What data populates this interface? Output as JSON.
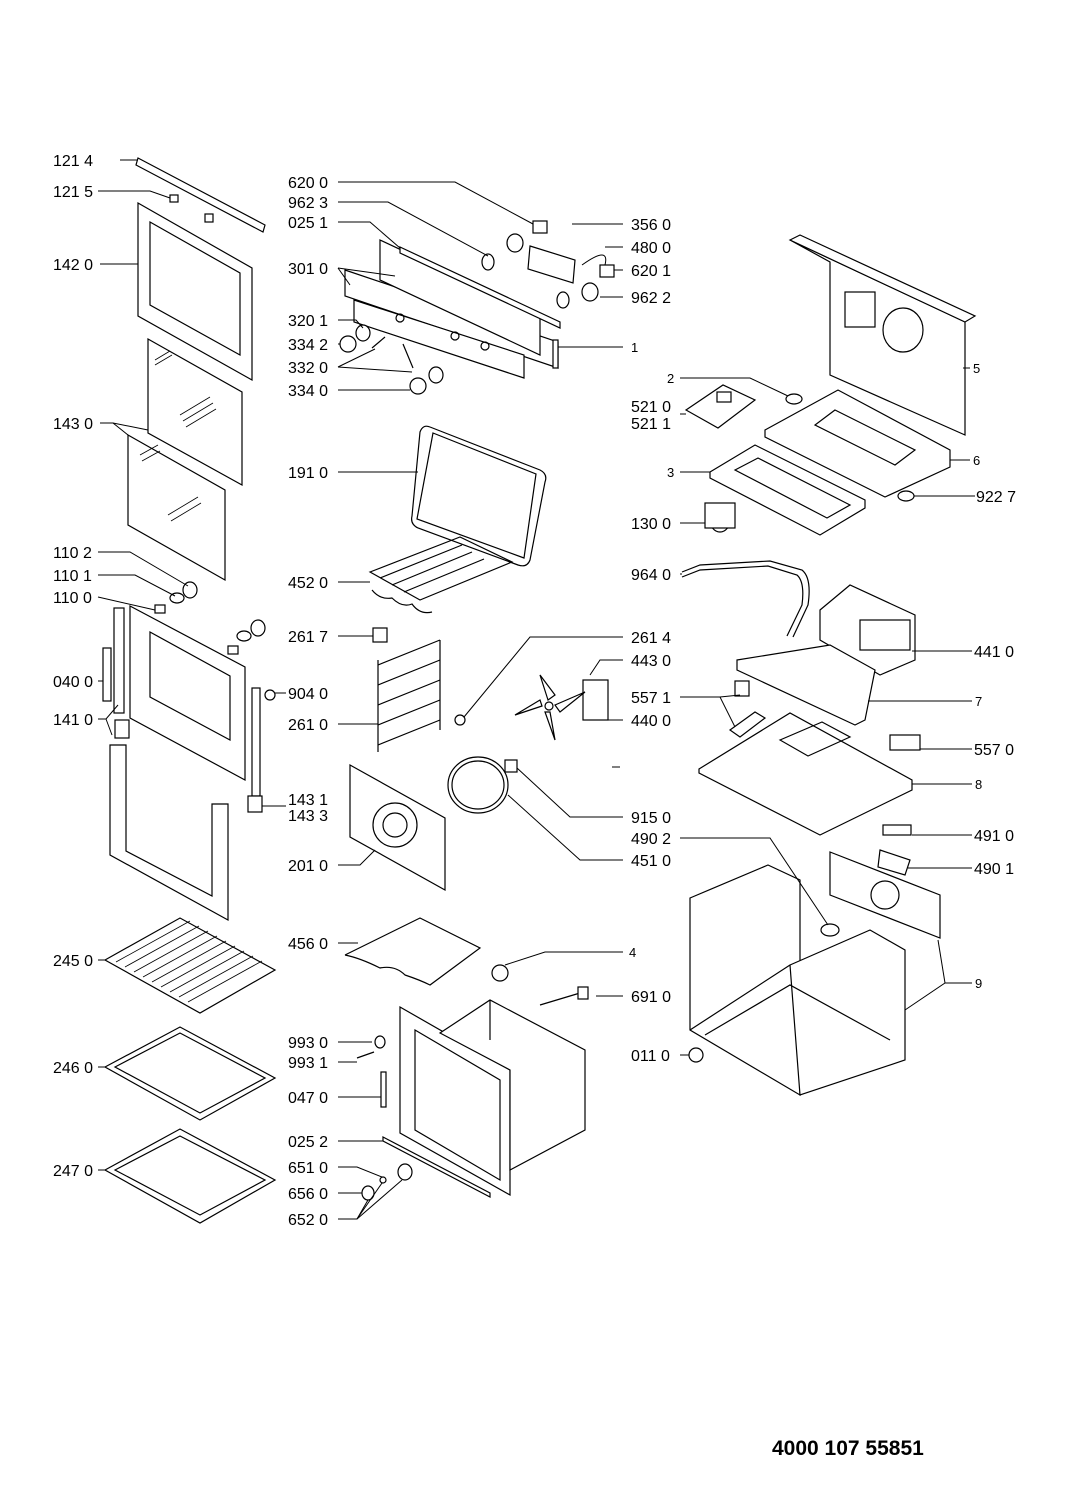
{
  "diagram": {
    "type": "exploded-parts-view",
    "subject": "built-in oven",
    "document_number": "4000 107 55851",
    "labels": {
      "l1214": "121 4",
      "l1215": "121 5",
      "l1420": "142 0",
      "l1430": "143 0",
      "l1102": "110 2",
      "l1101": "110 1",
      "l1100": "110 0",
      "l0400": "040 0",
      "l1410": "141 0",
      "l2450": "245 0",
      "l2460": "246 0",
      "l2470": "247 0",
      "l6200": "620 0",
      "l9623": "962 3",
      "l0251": "025 1",
      "l3010": "301 0",
      "l3201": "320 1",
      "l3342": "334 2",
      "l3320": "332 0",
      "l3340": "334 0",
      "l3560": "356 0",
      "l4800": "480 0",
      "l6201": "620 1",
      "l9622": "962 2",
      "l1": "1",
      "l1910": "191 0",
      "l4520": "452 0",
      "l2617": "261 7",
      "l9040": "904 0",
      "l2610": "261 0",
      "l1431": "143 1",
      "l1433": "143 3",
      "l2010": "201 0",
      "l4560": "456 0",
      "l9930": "993 0",
      "l9931": "993 1",
      "l0470": "047 0",
      "l0252": "025 2",
      "l6510": "651 0",
      "l6560": "656 0",
      "l6520": "652 0",
      "l2614": "261 4",
      "l4430": "443 0",
      "l5571": "557 1",
      "l4400": "440 0",
      "l9150": "915 0",
      "l4902": "490 2",
      "l4510": "451 0",
      "l4": "4",
      "l6910": "691 0",
      "l0110": "011 0",
      "l2": "2",
      "l5210": "521 0",
      "l5211": "521 1",
      "l3": "3",
      "l1300": "130 0",
      "l5": "5",
      "l6": "6",
      "l9227": "922 7",
      "l9640": "964 0",
      "l4410": "441 0",
      "l7": "7",
      "l5570": "557 0",
      "l8": "8",
      "l4910": "491 0",
      "l4901": "490 1",
      "l9": "9"
    }
  }
}
